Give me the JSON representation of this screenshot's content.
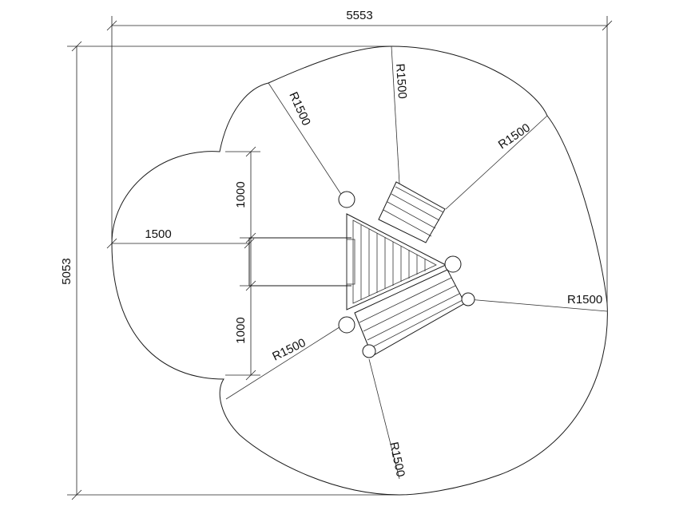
{
  "dimensions": {
    "overall_width": "5553",
    "overall_height": "5053",
    "slide_length": "1500",
    "upper_offset": "1000",
    "lower_offset": "1000"
  },
  "radius_labels": [
    "R1500",
    "R1500",
    "R1500",
    "R1500",
    "R1500",
    "R1500"
  ],
  "colors": {
    "line": "#1a1a1a",
    "background": "#ffffff"
  }
}
